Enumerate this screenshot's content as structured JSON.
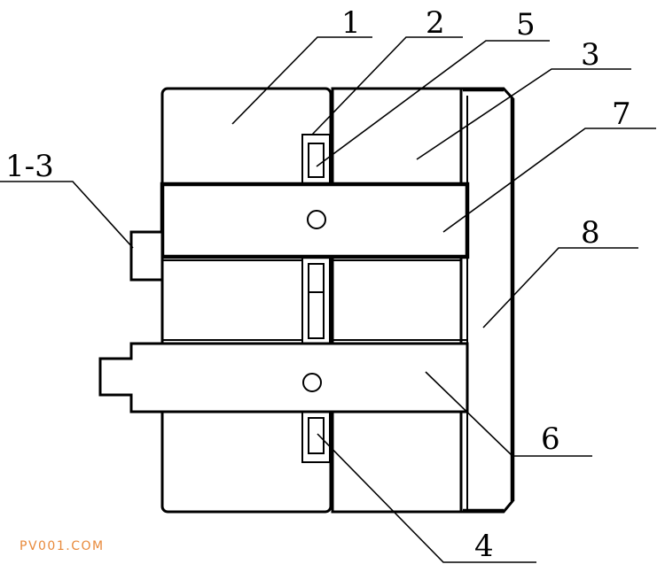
{
  "diagram": {
    "labels": {
      "part_1": "1",
      "part_2": "2",
      "part_5": "5",
      "part_3": "3",
      "part_7": "7",
      "part_8": "8",
      "part_6": "6",
      "part_4": "4",
      "part_1_3": "1-3"
    },
    "line_color": "#000000",
    "background": "#ffffff"
  },
  "watermark": {
    "text": "PV001.COM",
    "color": "#e8893a"
  }
}
